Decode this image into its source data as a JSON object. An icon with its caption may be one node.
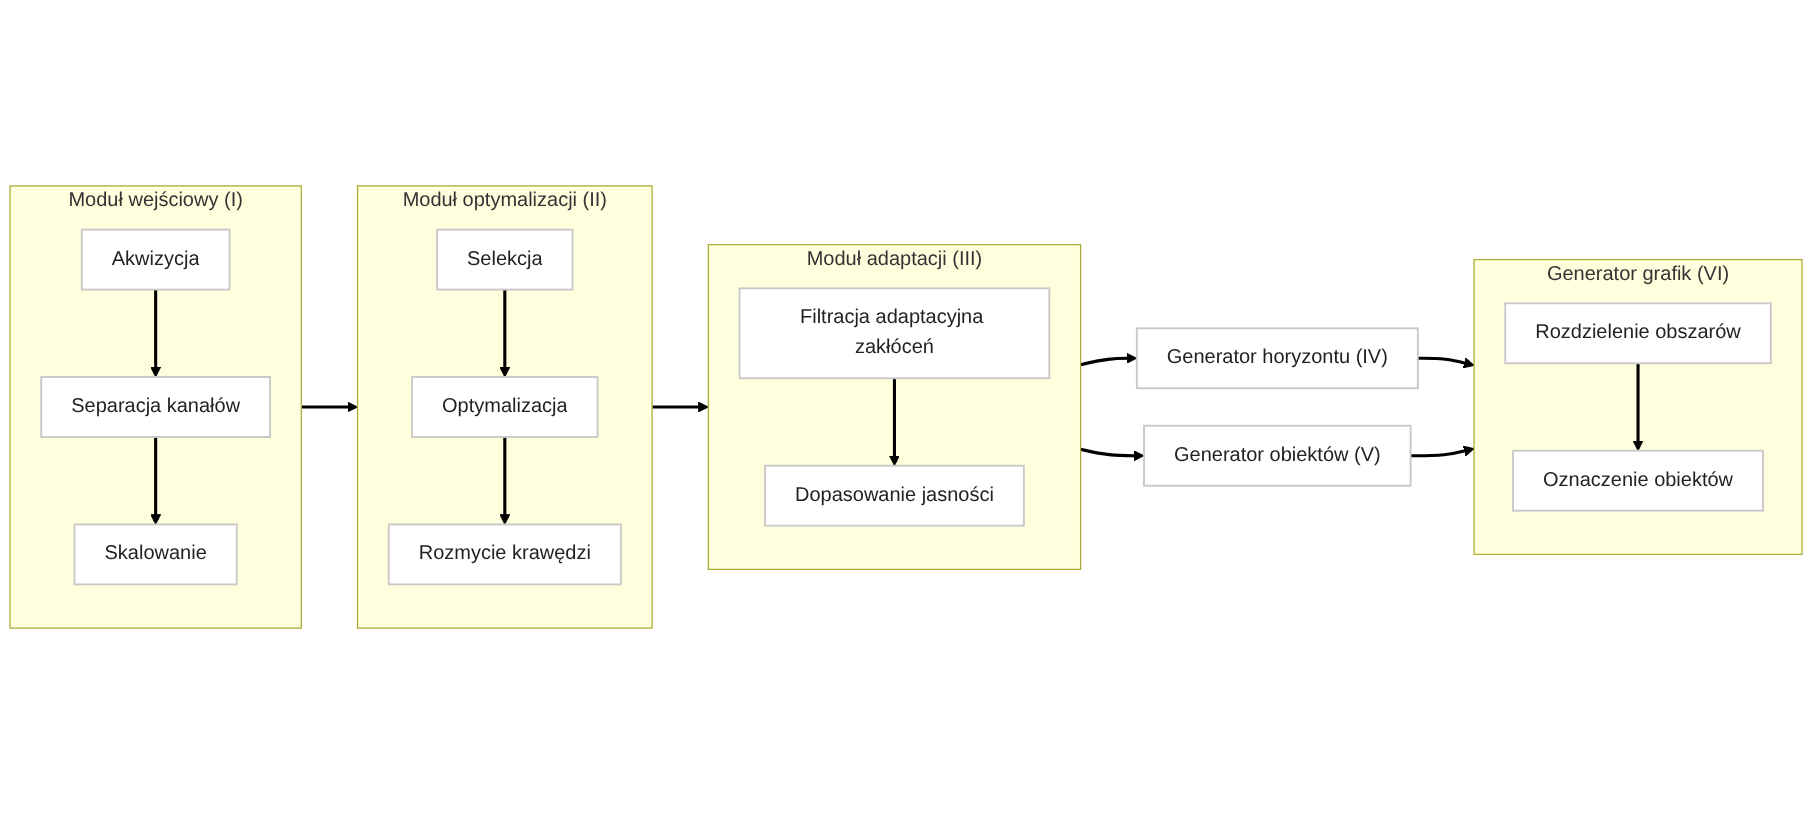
{
  "diagram": {
    "nodes": [
      {
        "text": [
          "Moduł wejściowy (I)"
        ]
      },
      {
        "text": [
          "Akwizycja"
        ],
        "in": 0
      },
      {
        "text": [
          "Separacja kanałów"
        ],
        "in": 0
      },
      {
        "text": [
          "Skalowanie"
        ],
        "in": 0
      },
      {
        "text": [
          "Moduł optymalizacji (II)"
        ]
      },
      {
        "text": [
          "Selekcja"
        ],
        "in": 4
      },
      {
        "text": [
          "Optymalizacja"
        ],
        "in": 4
      },
      {
        "text": [
          "Rozmycie krawędzi"
        ],
        "in": 4
      },
      {
        "text": [
          "Moduł adaptacji (III)"
        ]
      },
      {
        "text": [
          "Filtracja adaptacyjna zakłóceń"
        ],
        "in": 8
      },
      {
        "text": [
          "Dopasowanie jasności"
        ],
        "in": 8
      },
      {
        "text": [
          "Generator horyzontu (IV)"
        ]
      },
      {
        "text": [
          "Generator obiektów (V)"
        ]
      },
      {
        "text": [
          "Generator grafik (VI)"
        ]
      },
      {
        "text": [
          "Rozdzielenie obszarów"
        ],
        "in": 13
      },
      {
        "text": [
          "Oznaczenie obiektów"
        ],
        "in": 13
      }
    ],
    "edges": [
      {
        "from": 1,
        "to": 2,
        "arrow": "to"
      },
      {
        "from": 2,
        "to": 3,
        "arrow": "to"
      },
      {
        "from": 0,
        "to": 4,
        "arrow": "to"
      },
      {
        "from": 5,
        "to": 6,
        "arrow": "to"
      },
      {
        "from": 6,
        "to": 7,
        "arrow": "to"
      },
      {
        "from": 4,
        "to": 8,
        "arrow": "to"
      },
      {
        "from": 9,
        "to": 10,
        "arrow": "to"
      },
      {
        "from": 8,
        "to": 11,
        "arrow": "to"
      },
      {
        "from": 8,
        "to": 12,
        "arrow": "to"
      },
      {
        "from": 11,
        "to": 13,
        "arrow": "to"
      },
      {
        "from": 12,
        "to": 13,
        "arrow": "to"
      },
      {
        "from": 14,
        "to": 15,
        "arrow": "to"
      }
    ]
  }
}
